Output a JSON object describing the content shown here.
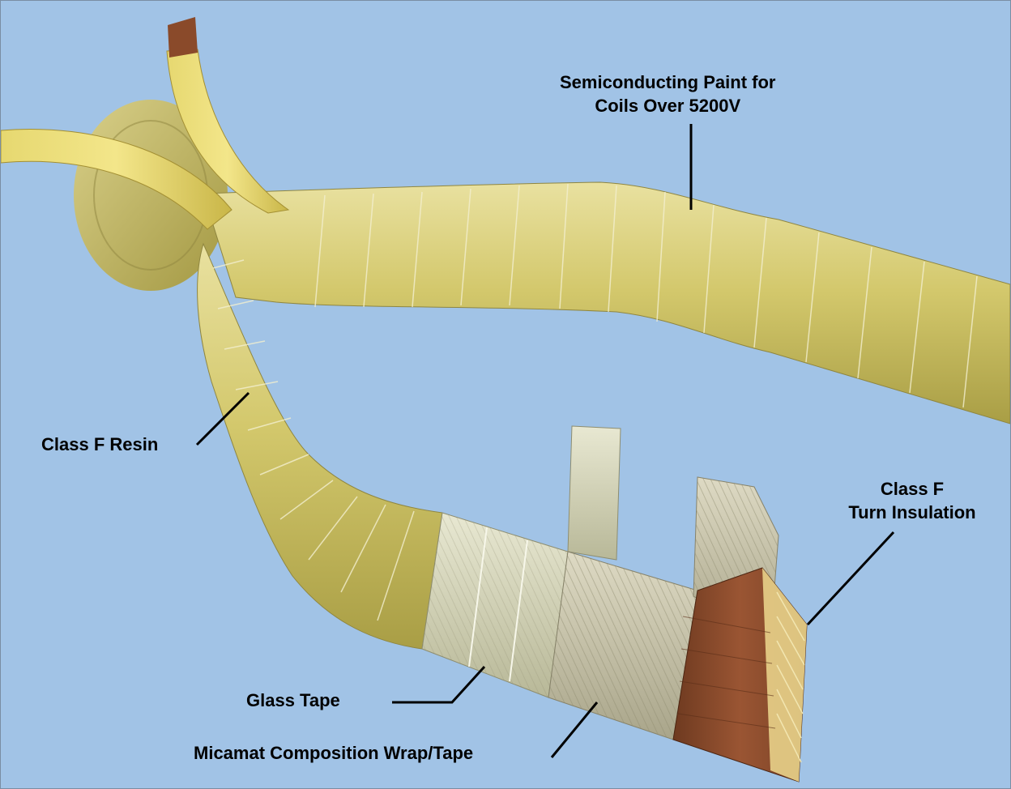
{
  "labels": {
    "semiconducting_line1": "Semiconducting Paint for",
    "semiconducting_line2": "Coils Over 5200V",
    "class_f_resin": "Class F Resin",
    "turn_insulation_line1": "Class F",
    "turn_insulation_line2": "Turn Insulation",
    "glass_tape": "Glass Tape",
    "micamat": "Micamat Composition Wrap/Tape"
  },
  "colors": {
    "background": "#a1c3e6",
    "coil_yellow": "#d2c76a",
    "coil_highlight": "#ece4a4",
    "coil_shadow": "#a79c3f",
    "glass_tape": "#d6d6b8",
    "mica_tape": "#cbc7ad",
    "copper": "#8a4a2a"
  }
}
